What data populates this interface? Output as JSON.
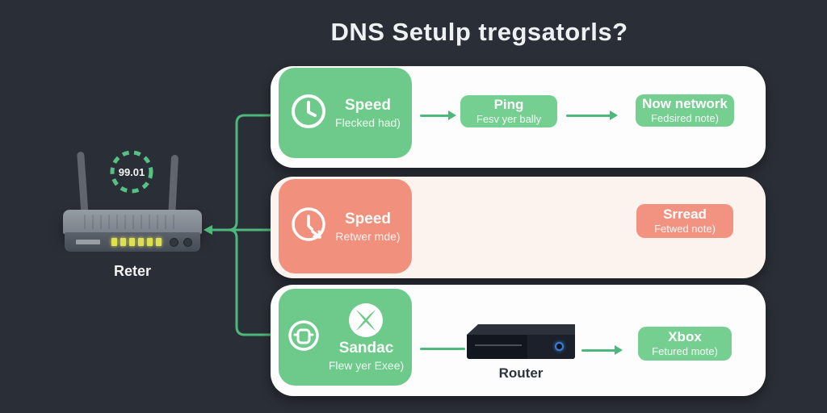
{
  "title": "DNS Setulp tregsatorls?",
  "colors": {
    "background": "#2a2e36",
    "green_block": "#6dca8a",
    "green_badge": "#74cf90",
    "salmon_block": "#f2907e",
    "salmon_badge": "#f29381",
    "connector_green": "#4db87b",
    "card_white": "#fcfdfc",
    "card_pink": "#fdf3ee",
    "led_yellow": "#dfe04e"
  },
  "router": {
    "label": "Reter",
    "badge_value": "99.01"
  },
  "rows": [
    {
      "block": {
        "title": "Speed",
        "subtitle": "Flecked had)",
        "icon": "clock-icon"
      },
      "badges": [
        {
          "title": "Ping",
          "subtitle": "Fesv yer bally"
        },
        {
          "title": "Now network",
          "subtitle": "Fedsired note)"
        }
      ]
    },
    {
      "block": {
        "title": "Speed",
        "subtitle": "Retwer mde)",
        "icon": "slow-clock-icon"
      },
      "badges": [
        {
          "title": "Srread",
          "subtitle": "Fetwed note)"
        }
      ]
    },
    {
      "block": {
        "title": "Sandac",
        "subtitle": "Flew yer Exee)",
        "icon": "player-icon"
      },
      "device_label": "Router",
      "badges": [
        {
          "title": "Xbox",
          "subtitle": "Fetured mote)"
        }
      ]
    }
  ]
}
